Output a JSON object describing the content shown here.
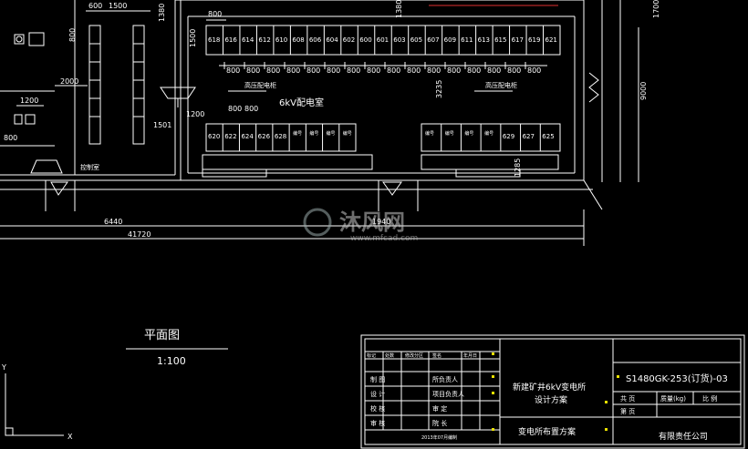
{
  "drawing": {
    "room_label": "6kV配电室",
    "room_label_small_left": "高压配电柜",
    "room_label_small_right": "高压配电柜",
    "left_room_label": "控制室",
    "plan_title": "平面图",
    "plan_scale": "1:100",
    "top_cabinets": [
      "618",
      "616",
      "614",
      "612",
      "610",
      "608",
      "606",
      "604",
      "602",
      "600",
      "601",
      "603",
      "605",
      "607",
      "609",
      "611",
      "613",
      "615",
      "617",
      "619",
      "621"
    ],
    "bottom_left_cabinets": [
      "620",
      "622",
      "624",
      "626",
      "628"
    ],
    "bottom_left_labels": [
      "编号",
      "编号",
      "编号",
      "编号"
    ],
    "bottom_right_cabinets": [
      "629",
      "627",
      "625"
    ],
    "bottom_right_labels": [
      "编号",
      "编号",
      "编号",
      "编号"
    ],
    "dimensions": {
      "d600": "600",
      "d1500_top": "1500",
      "d1380": "1380",
      "d800_top": "800",
      "d1500_left": "1500",
      "d800_left": "800",
      "d2000": "2000",
      "d1200a": "1200",
      "d1200b": "1200",
      "d800b": "800",
      "d1501": "1501",
      "d800_row": "800",
      "d3235": "3235",
      "d1285": "1285",
      "d1700": "1700",
      "d9000": "9000",
      "d6440": "6440",
      "d1940": "1940",
      "d41720": "41720"
    },
    "axis_x": "X",
    "axis_y": "Y"
  },
  "watermark": {
    "brand": "沐风网",
    "url": "www.mfcad.com"
  },
  "title_block": {
    "header_cells": [
      "标记",
      "处数",
      "修改分区",
      "签名",
      "年月日"
    ],
    "rows": [
      {
        "role": "制 图",
        "name": "所负责人"
      },
      {
        "role": "设 计",
        "name": "项目负责人"
      },
      {
        "role": "校 核",
        "name": "审 定"
      },
      {
        "role": "审 核",
        "name": "院 长"
      }
    ],
    "date_note": "2013年07月编制",
    "project_name_1": "新建矿井6kV变电所",
    "project_name_2": "设计方案",
    "drawing_name": "变电所布置方案",
    "drawing_number": "S1480GK-253(订货)-03",
    "sheet_total_label": "共   页",
    "weight_label": "质量(kg)",
    "scale_label": "比  例",
    "sheet_no_label": "第   页",
    "company": "有限责任公司"
  }
}
